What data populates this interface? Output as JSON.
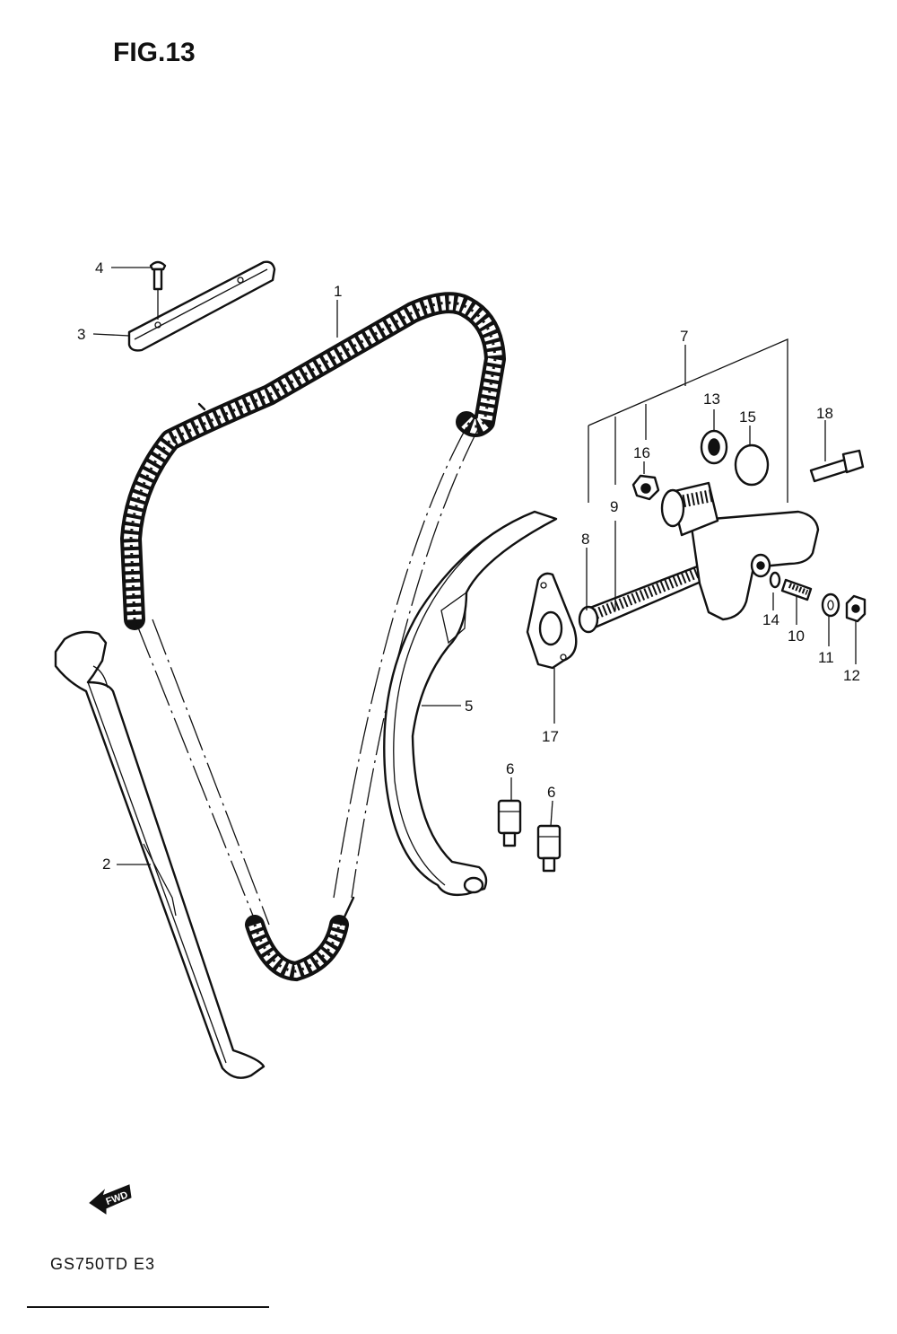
{
  "figure": {
    "title": "FIG.13",
    "model_code": "GS750TD E3",
    "fwd_label": "FWD"
  },
  "callouts": {
    "c1": "1",
    "c2": "2",
    "c3": "3",
    "c4": "4",
    "c5": "5",
    "c6a": "6",
    "c6b": "6",
    "c7": "7",
    "c8": "8",
    "c9": "9",
    "c10": "10",
    "c11": "11",
    "c12": "12",
    "c13": "13",
    "c14": "14",
    "c15": "15",
    "c16": "16",
    "c17": "17",
    "c18": "18"
  },
  "icons": {
    "fwd_arrow": "fwd-arrow-icon"
  }
}
